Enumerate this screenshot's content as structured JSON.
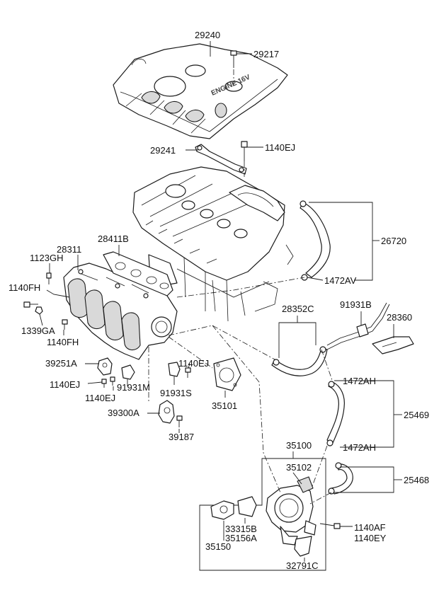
{
  "labels": {
    "p29240": "29240",
    "p29217": "29217",
    "p29241": "29241",
    "p1140EJ_a": "1140EJ",
    "p26720": "26720",
    "p28411B": "28411B",
    "p28311": "28311",
    "p1123GH": "1123GH",
    "p1140FH_a": "1140FH",
    "p1339GA": "1339GA",
    "p1140FH_b": "1140FH",
    "p1472AV": "1472AV",
    "p28352C": "28352C",
    "p91931B": "91931B",
    "p28360": "28360",
    "p39251A": "39251A",
    "p1140EJ_b": "1140EJ",
    "p1140EJ_c": "1140EJ",
    "p91931M": "91931M",
    "p1140EJ_d": "1140EJ",
    "p91931S": "91931S",
    "p35101": "35101",
    "p39300A": "39300A",
    "p39187": "39187",
    "p1472AH_a": "1472AH",
    "p25469": "25469",
    "p1472AH_b": "1472AH",
    "p35100": "35100",
    "p35102": "35102",
    "p25468": "25468",
    "p33315B": "33315B",
    "p35156A": "35156A",
    "p1140AF": "1140AF",
    "p1140EY": "1140EY",
    "p35150": "35150",
    "p32791C": "32791C"
  },
  "cover_lettering": "ENGINE 16V"
}
